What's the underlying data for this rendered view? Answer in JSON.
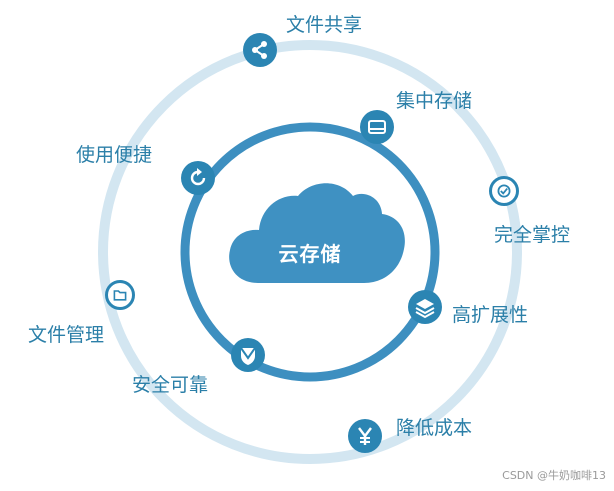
{
  "center": {
    "label": "云存储"
  },
  "features": [
    {
      "id": "share",
      "label": "文件共享",
      "icon": "share-icon"
    },
    {
      "id": "storage",
      "label": "集中存储",
      "icon": "drive-icon"
    },
    {
      "id": "control",
      "label": "完全掌控",
      "icon": "check-icon"
    },
    {
      "id": "scalable",
      "label": "高扩展性",
      "icon": "layers-icon"
    },
    {
      "id": "cost",
      "label": "降低成本",
      "icon": "yen-icon"
    },
    {
      "id": "secure",
      "label": "安全可靠",
      "icon": "shield-icon"
    },
    {
      "id": "files",
      "label": "文件管理",
      "icon": "folder-icon"
    },
    {
      "id": "easy",
      "label": "使用便捷",
      "icon": "refresh-icon"
    }
  ],
  "watermark": "CSDN @牛奶咖啡13",
  "colors": {
    "primary": "#2b85b3",
    "outer_ring": "#d3e6f1",
    "inner_ring": "#3d8fc0",
    "cloud": "#3f91c2",
    "label": "#2b7fa8"
  }
}
